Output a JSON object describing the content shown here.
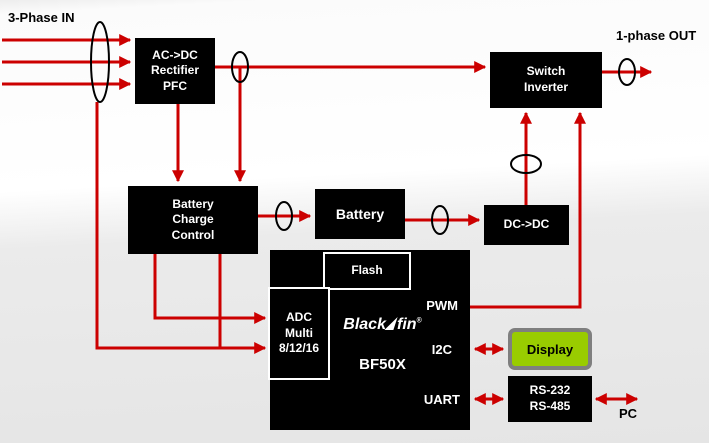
{
  "labels": {
    "input": "3-Phase IN",
    "output": "1-phase OUT",
    "pc": "PC"
  },
  "blocks": {
    "rectifier": {
      "l1": "AC->DC",
      "l2": "Rectifier",
      "l3": "PFC"
    },
    "switch_inverter": {
      "l1": "Switch",
      "l2": "Inverter"
    },
    "battery_charge": {
      "l1": "Battery",
      "l2": "Charge",
      "l3": "Control"
    },
    "battery": {
      "label": "Battery"
    },
    "dcdc": {
      "label": "DC->DC"
    },
    "flash": {
      "label": "Flash"
    },
    "adc": {
      "l1": "ADC",
      "l2": "Multi",
      "l3": "8/12/16"
    },
    "display": {
      "label": "Display"
    },
    "serial": {
      "l1": "RS-232",
      "l2": "RS-485"
    }
  },
  "processor": {
    "logo_black": "Black",
    "logo_fin": "fin",
    "logo_reg": "®",
    "name": "BF50X",
    "ports": {
      "pwm": "PWM",
      "i2c": "I2C",
      "uart": "UART"
    }
  },
  "colors": {
    "arrow": "#cc0000",
    "block_bg": "#000000",
    "block_text": "#ffffff",
    "display_fill": "#99cc00",
    "display_border": "#7f7f7f",
    "ellipse_stroke": "#000000"
  }
}
